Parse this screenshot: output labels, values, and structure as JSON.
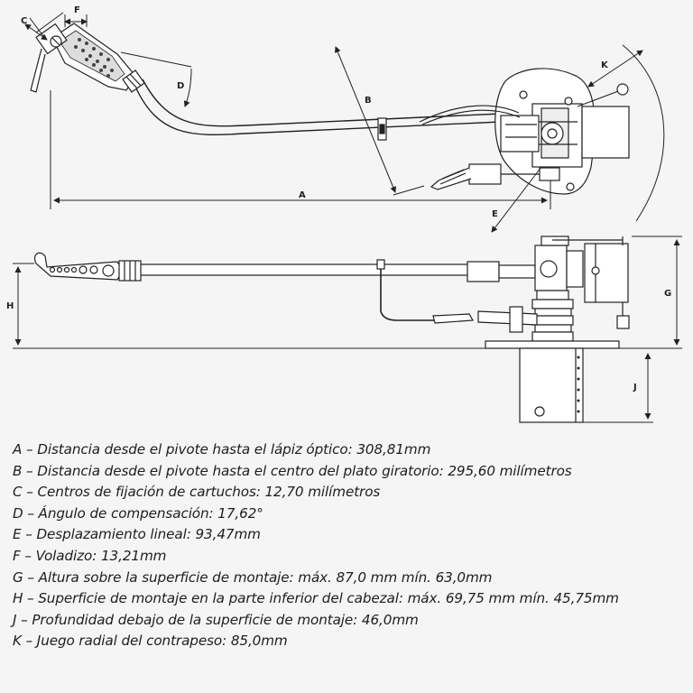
{
  "diagram": {
    "labels": {
      "a": "A",
      "b": "B",
      "c": "C",
      "d": "D",
      "e": "E",
      "f": "F",
      "g": "G",
      "h": "H",
      "j": "J",
      "k": "K"
    }
  },
  "legend": [
    "A – Distancia desde el pivote hasta el lápiz óptico: 308,81mm",
    "B – Distancia desde el pivote hasta el centro del plato giratorio: 295,60 milímetros",
    "C – Centros de fijación de cartuchos: 12,70 milímetros",
    "D – Ángulo de compensación: 17,62°",
    "E – Desplazamiento lineal: 93,47mm",
    "F – Voladizo: 13,21mm",
    "G – Altura sobre la superficie de montaje: máx. 87,0 mm mín. 63,0mm",
    "H – Superficie de montaje en la parte inferior del cabezal: máx. 69,75 mm mín. 45,75mm",
    "J – Profundidad debajo de la superficie de montaje: 46,0mm",
    "K – Juego radial del contrapeso: 85,0mm"
  ]
}
